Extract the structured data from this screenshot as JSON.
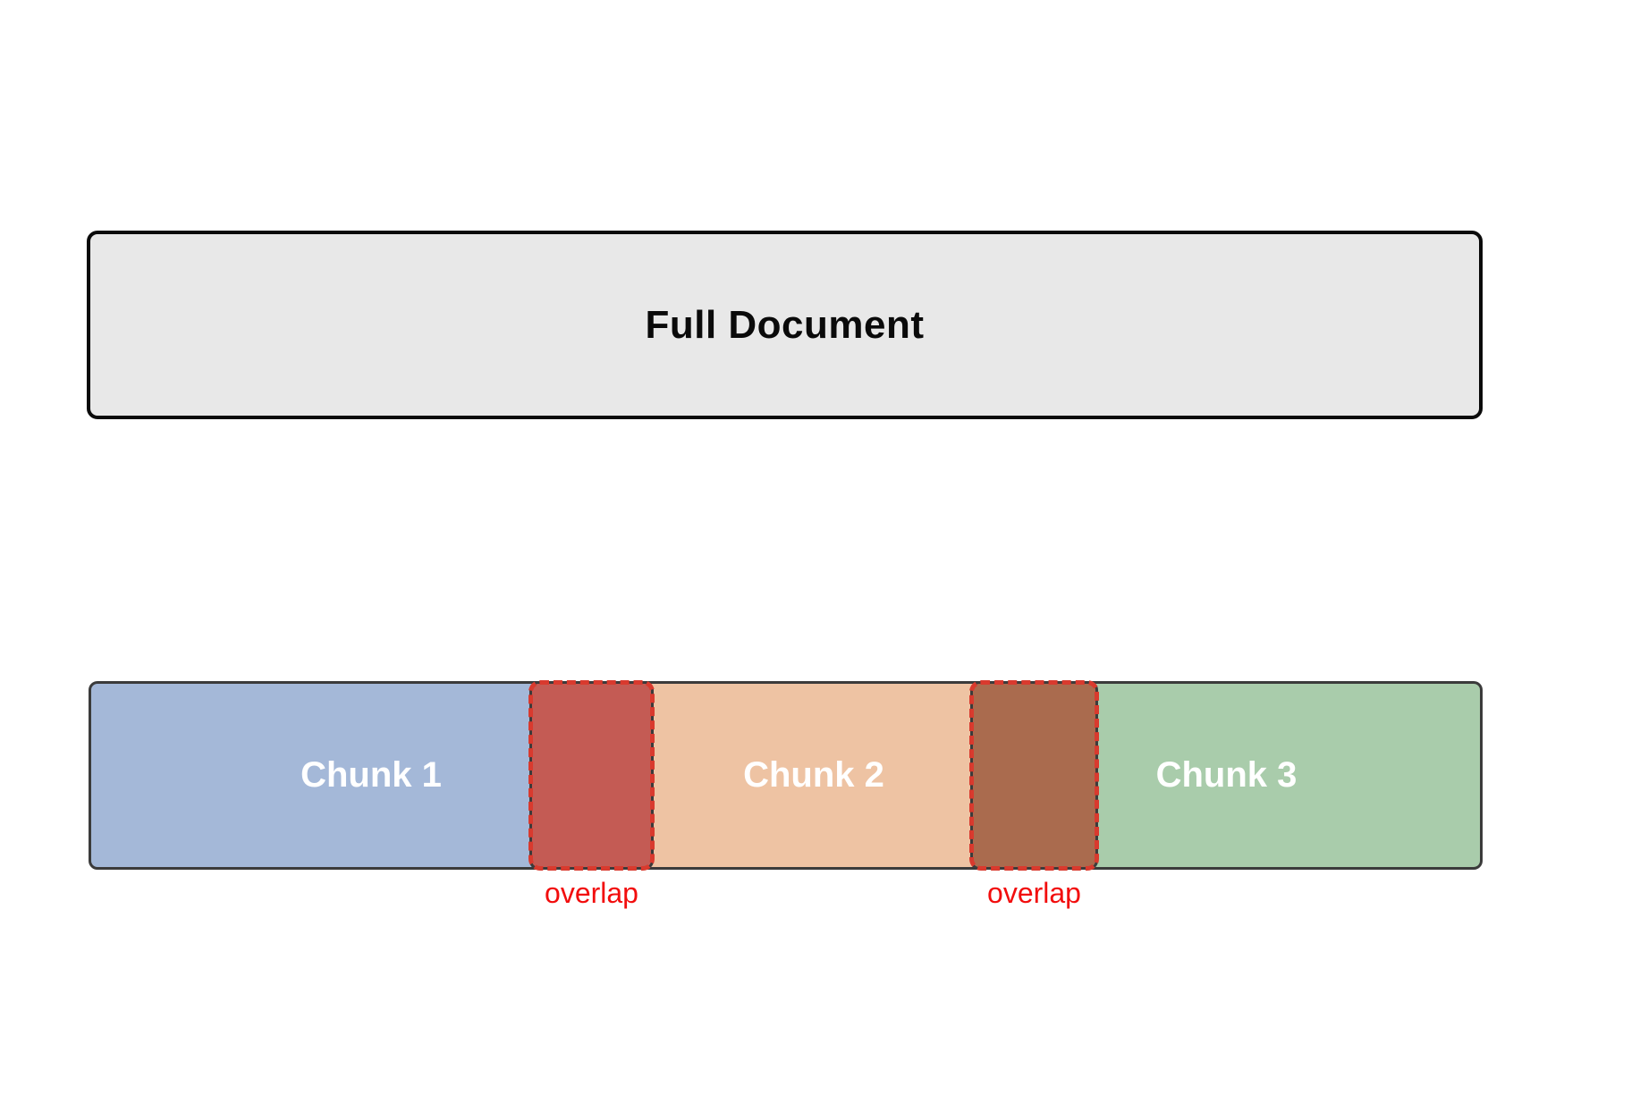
{
  "diagram": {
    "full_document": {
      "label": "Full Document",
      "fill": "#e8e8e8",
      "border_color": "#0a0a0a"
    },
    "chunks": [
      {
        "label": "Chunk 1",
        "fill": "#a4b8d8"
      },
      {
        "label": "Chunk 2",
        "fill": "#eec3a3"
      },
      {
        "label": "Chunk 3",
        "fill": "#a9ccab"
      }
    ],
    "overlaps": [
      {
        "label": "overlap",
        "fill": "#c45b54"
      },
      {
        "label": "overlap",
        "fill": "#aa6b4e"
      }
    ],
    "colors": {
      "chunk_border": "#3b3b3b",
      "overlap_dash": "#d93a2e",
      "overlap_label_color": "#f20d0d",
      "chunk_label_color": "#ffffff",
      "full_document_label_color": "#0a0a0a",
      "background": "#ffffff"
    }
  }
}
